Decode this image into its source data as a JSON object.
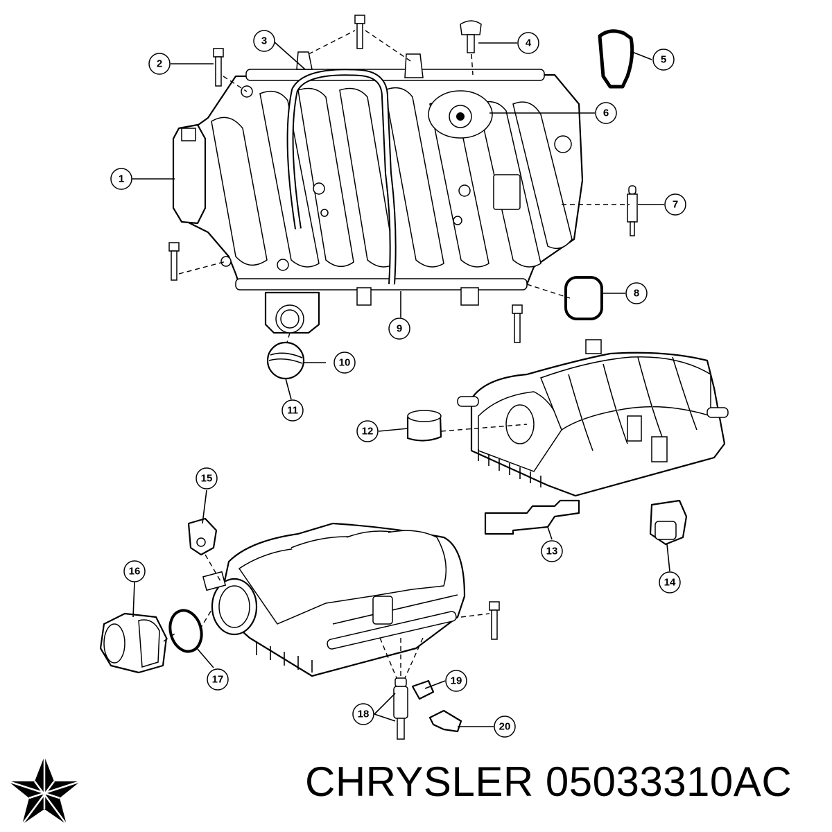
{
  "callouts": [
    "1",
    "2",
    "3",
    "4",
    "5",
    "6",
    "7",
    "8",
    "9",
    "10",
    "11",
    "12",
    "13",
    "14",
    "15",
    "16",
    "17",
    "18",
    "19",
    "20"
  ],
  "caption": {
    "brand": "CHRYSLER",
    "part_number": "05033310AC"
  },
  "logo": {
    "icon": "pentastar-logo-icon",
    "color": "#000000"
  }
}
